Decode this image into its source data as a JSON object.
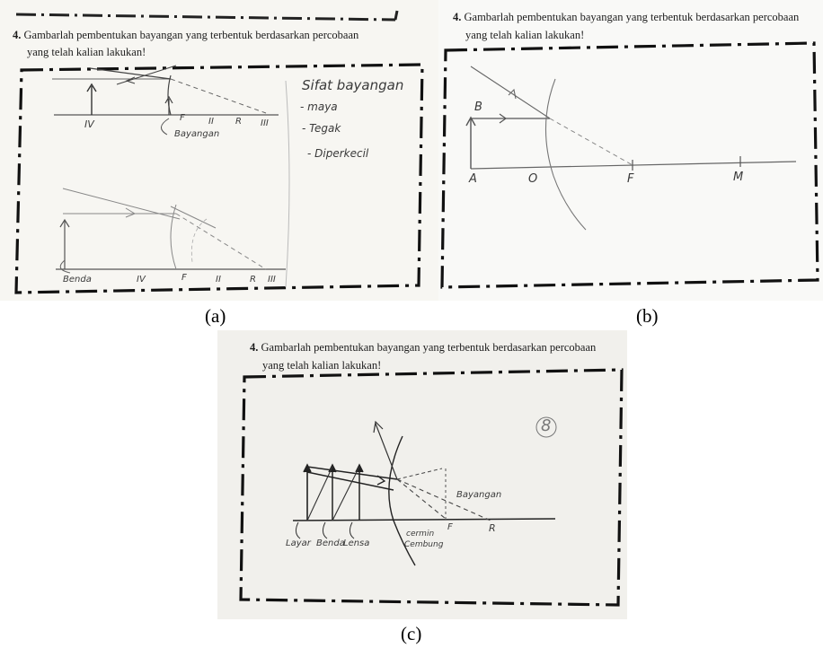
{
  "question": {
    "number": "4.",
    "line1": "Gambarlah pembentukan bayangan yang terbentuk berdasarkan percobaan",
    "line2": "yang telah kalian lakukan!"
  },
  "panel_a": {
    "labels": {
      "iv_top": "IV",
      "f_top": "F",
      "ii_top": "II",
      "r_top": "R",
      "iii_top": "III",
      "bayangan": "Bayangan",
      "benda": "Benda",
      "iv_bottom": "IV",
      "f_bottom": "F",
      "ii_bottom": "II",
      "r_bottom": "R",
      "iii_bottom": "III"
    },
    "notes": {
      "title": "Sifat bayangan",
      "item1": "- maya",
      "item2": "- Tegak",
      "item3": "- Diperkecil"
    }
  },
  "panel_b": {
    "labels": {
      "b": "B",
      "a": "A",
      "o": "O",
      "f": "F",
      "m": "M"
    }
  },
  "panel_c": {
    "labels": {
      "bayangan": "Bayangan",
      "f": "F",
      "r": "R",
      "layar": "Layar",
      "benda": "Benda",
      "lensa": "Lensa",
      "cermin1": "cermin",
      "cermin2": "Cembung",
      "score": "8"
    }
  },
  "captions": {
    "a": "(a)",
    "b": "(b)",
    "c": "(c)"
  }
}
